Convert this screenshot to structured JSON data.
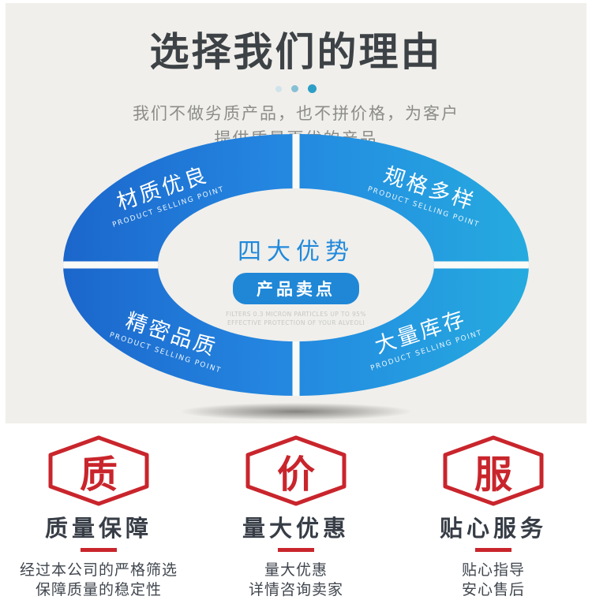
{
  "header": {
    "title": "选择我们的理由",
    "subtitle_line1": "我们不做劣质产品，也不拼价格，为客户",
    "subtitle_line2": "提供质量更优的产品"
  },
  "wheel": {
    "center_title": "四大优势",
    "center_pill": "产品卖点",
    "center_note_line1": "FILTERS 0.3 MICRON PARTICLES UP TO 95%",
    "center_note_line2": "EFFECTIVE PROTECTION OF YOUR ALVEOLI",
    "segments": [
      {
        "position": "top-left",
        "label": "材质优良",
        "sublabel": "PRODUCT SELLING POINT"
      },
      {
        "position": "top-right",
        "label": "规格多样",
        "sublabel": "PRODUCT SELLING POINT"
      },
      {
        "position": "bottom-left",
        "label": "精密品质",
        "sublabel": "PRODUCT SELLING POINT"
      },
      {
        "position": "bottom-right",
        "label": "大量库存",
        "sublabel": "PRODUCT SELLING POINT"
      }
    ]
  },
  "features": [
    {
      "badge_char": "质",
      "title": "质量保障",
      "desc_line1": "经过本公司的严格筛选",
      "desc_line2": "保障质量的稳定性"
    },
    {
      "badge_char": "价",
      "title": "量大优惠",
      "desc_line1": "量大优惠",
      "desc_line2": "详情咨询卖家"
    },
    {
      "badge_char": "服",
      "title": "贴心服务",
      "desc_line1": "贴心指导",
      "desc_line2": "安心售后"
    }
  ],
  "colors": {
    "hero_background": "#f0efeb",
    "ring_blue_left": "#1b66cb",
    "ring_blue_right": "#25abdf",
    "center_blue": "#2089dc",
    "pill_blue": "#1f87d6",
    "badge_red": "#c9252c",
    "title_charcoal": "#3d4246",
    "subtitle_gray": "#8c8c88",
    "dot_teal": "#2d9ec6"
  }
}
